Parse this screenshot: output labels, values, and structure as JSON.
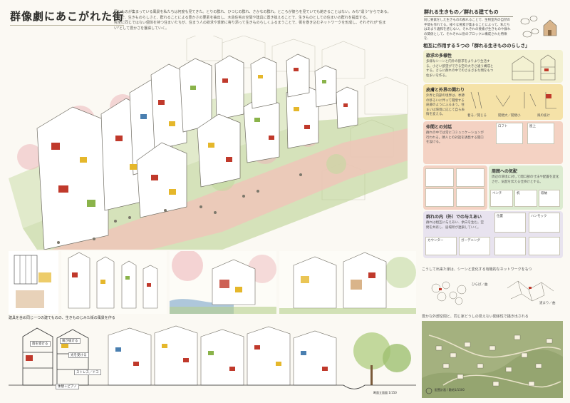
{
  "title": "群像劇にあこがれた街",
  "intro": [
    "同じものが集まっている風景を私たちは何度も見てきた。とりの群れ、ひつじの群れ、さかなの群れ。ところが彼らを見ていても飽きることはない。みな\"違う\"からである。",
    "そこで、生きものらしさと、群れることによる豊かさの要素を抽出し、木造住宅の空間や建具に置き換えることで、生きものとしての住まいの群れを提案する。",
    "完全に同じではない個体を持つ住まいたちが、住まう人の欲求や季節に寄り添って生きものらしくふるまうことで、街を巻き込むネットワークを形成し、それぞれが\"住まい\"として豊かさを獲得していく。"
  ],
  "right": {
    "heading": "群れる生きもの／群れる建てもの",
    "heading_body": "同じ要素をした生きものの群れることで、生物室内の自然の手間も作れてる。様々な要素が集まることによって、私たちはあまり違和を感じない。それぞれの要素が生きものや群れの関係として、それぞれに別のブロックに構成された特徴を、"
  },
  "section5": {
    "heading": "相互に作用する５つの「群れる生きもののらしさ」",
    "boxes": [
      {
        "title": "欲求の多様性",
        "body": "多様なシーンと内外の欲求をよりより生活する。小さい欲望ができる空の大きさ違う構成とする。さらに群れの中でのさまざまな間をもつ住まいを作る。",
        "color": "#f3f1d2"
      },
      {
        "title": "皮膚と外界の関わり",
        "body": "外界と内部の境界は、季節の移ろいに伴って開閉する皮膚のようにふるまう。住まいは環境に応じて自ら表情を変える。",
        "color": "#f5e2a8"
      },
      {
        "title": "仲間との対話",
        "body": "群れの中では常にコミュニケーションが行われる。隣人との対話を誘発する開口を設ける。",
        "color": "#f4d2c3"
      },
      {
        "title": "周囲への気配",
        "body": "周辺の環境に対して開口部の寸法や配置を変化させ、気配を伝える仕掛けとする。",
        "color": "#dcebd0"
      },
      {
        "title": "群れの内（外）での与えあい",
        "body": "群れは相互に与えあい、余白を生む。空間を共有し、居場所が連鎖していく。",
        "color": "#e8e3ef"
      }
    ],
    "labels": {
      "wear": "着る／開じる",
      "open_close": "開閉大／開閉小",
      "wind": "風の抜け",
      "loft": "ロフト",
      "bench": "ベンチ",
      "desk": "机",
      "storage": "収納",
      "counter": "カウンター",
      "gardening": "ガーデニング",
      "hammock": "ハンモック",
      "position": "位置",
      "rooftop": "屋上"
    }
  },
  "network": {
    "caption": "こうして出来た家は、シーンと変化する有機的なネットワークをもつ",
    "legend1": "ひらば／曲",
    "legend2": "道まり／曲"
  },
  "map": {
    "caption": "豊かな外部空間と、同じ家どうしの見えない関係性で描き出される",
    "footer": "配置計画 / 敷地1/1500"
  },
  "elevation": {
    "caption": "建具を含め同じ一つの建てものの、生きものじみた街の風景を作る",
    "labels": {
      "wind_through": "風が抜ける",
      "rain": "雨を受ける",
      "sun": "光を受ける",
      "sleep": "休憩＋ピアノ",
      "storage": "ストレス／ドコ"
    },
    "footer": "断面立面図 1/150"
  },
  "colors": {
    "accent_red": "#c0392b",
    "accent_yellow": "#e5b72b",
    "accent_green": "#8ab34a",
    "ground_green": "#b6cf8a",
    "road_pink": "#efc5b8"
  }
}
